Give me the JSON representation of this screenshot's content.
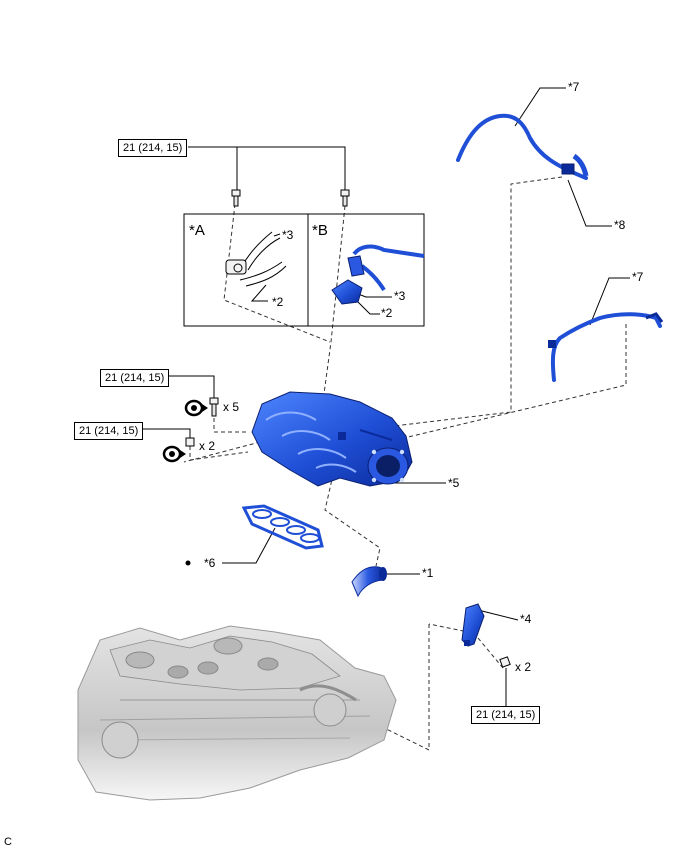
{
  "callouts": {
    "c1": "*1",
    "c2": "*2",
    "c3": "*3",
    "c4": "*4",
    "c5": "*5",
    "c6": "*6",
    "c7": "*7",
    "c8": "*8"
  },
  "torque": "21 (214, 15)",
  "quantities": {
    "x5": "x 5",
    "x2": "x 2"
  },
  "detail_boxes": {
    "a": "*A",
    "b": "*B"
  },
  "figure_ref": "C",
  "colors": {
    "part_blue": "#1f4fd6",
    "part_dark": "#0a2a9a",
    "engine_gray": "#bdbdbd"
  },
  "icons": [
    "bolt-icon",
    "stud-bolt-icon",
    "non-reusable-part-icon",
    "precoated-bolt-icon"
  ]
}
